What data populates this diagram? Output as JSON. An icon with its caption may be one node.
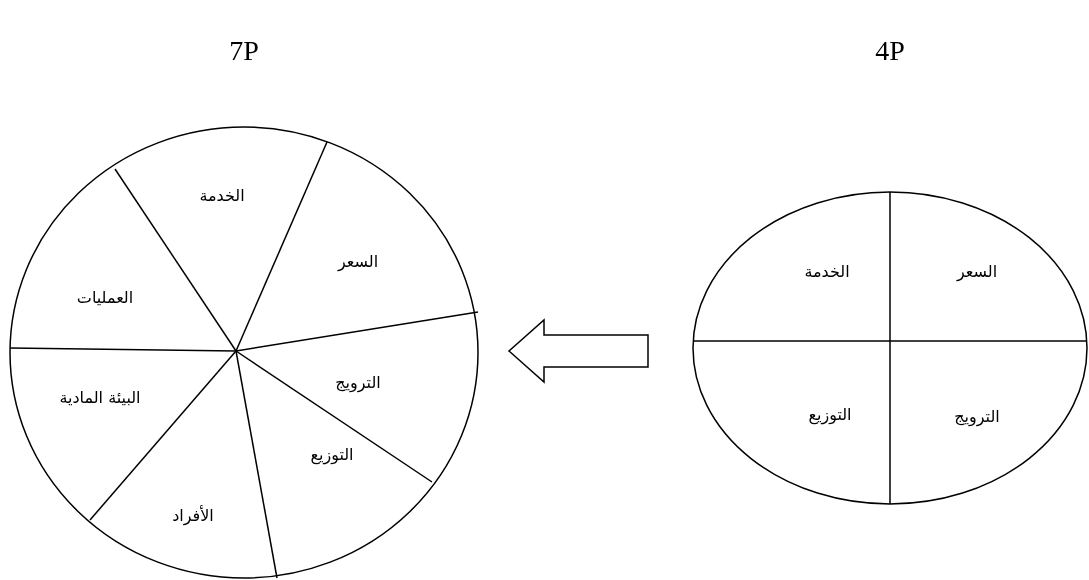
{
  "diagram": {
    "nodes": [
      {
        "text": [
          "7P"
        ]
      },
      {
        "text": [
          "الخدمة"
        ],
        "in": 0
      },
      {
        "text": [
          "السعر"
        ],
        "in": 0
      },
      {
        "text": [
          "العمليات"
        ],
        "in": 0
      },
      {
        "text": [
          "الترويج"
        ],
        "in": 0
      },
      {
        "text": [
          "البيئة المادية"
        ],
        "in": 0
      },
      {
        "text": [
          "التوزيع"
        ],
        "in": 0
      },
      {
        "text": [
          "الأفراد"
        ],
        "in": 0
      },
      {
        "text": [
          "4P"
        ]
      },
      {
        "text": [
          "الخدمة"
        ],
        "in": 8
      },
      {
        "text": [
          "السعر"
        ],
        "in": 8
      },
      {
        "text": [
          "التوزيع"
        ],
        "in": 8
      },
      {
        "text": [
          "الترويج"
        ],
        "in": 8
      }
    ],
    "edges": [
      {
        "from": 8,
        "to": 0,
        "arrow": "to"
      }
    ]
  }
}
